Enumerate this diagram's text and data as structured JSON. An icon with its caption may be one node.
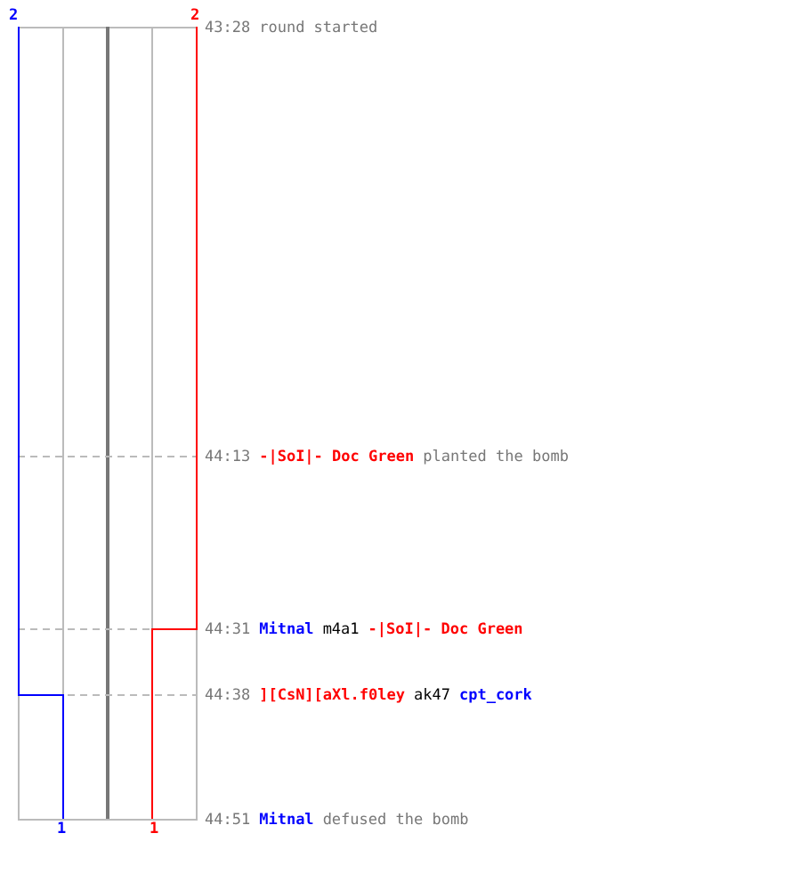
{
  "diagram": {
    "labels": [
      "2",
      "2",
      "43:28",
      "round started",
      "44:13",
      "-|SoI|- Doc Green",
      "planted the bomb",
      "44:31",
      "Mitnal",
      "m4a1",
      "-|SoI|- Doc Green",
      "44:38",
      "][CsN][aXl.f0ley",
      "ak47",
      "cpt_cork",
      "44:51",
      "Mitnal",
      "defused the bomb",
      "1",
      "1"
    ]
  }
}
